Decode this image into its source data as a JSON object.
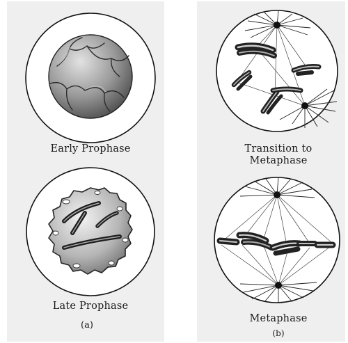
{
  "panels": {
    "a": {
      "letter": "(a)",
      "stages": {
        "early": "Early Prophase",
        "late": "Late Prophase"
      }
    },
    "b": {
      "letter": "(b)",
      "stages": {
        "transition_line1": "Transition to",
        "transition_line2": "Metaphase",
        "metaphase": "Metaphase"
      }
    }
  },
  "colors": {
    "panel_bg": "#efefef",
    "outline": "#111111",
    "nucleus_dark": "#5a5a5a",
    "nucleus_light": "#d8d8d8"
  }
}
